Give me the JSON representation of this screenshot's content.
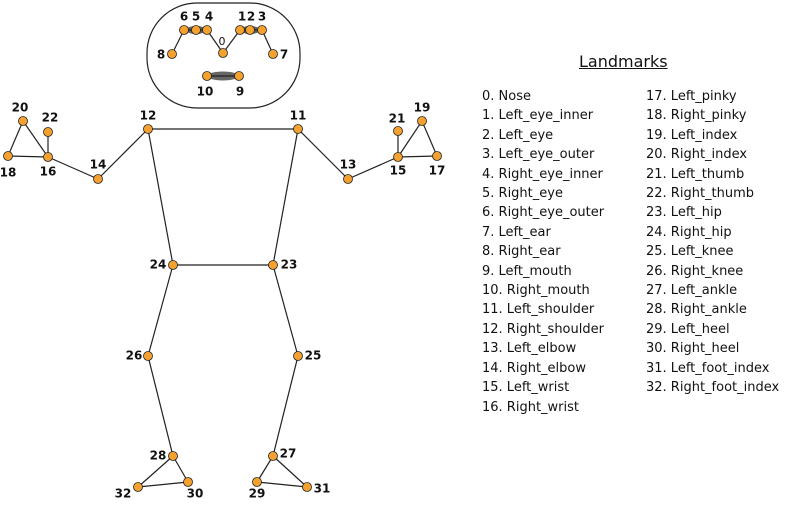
{
  "legend": {
    "title": "Landmarks",
    "items": [
      "0. Nose",
      "1. Left_eye_inner",
      "2. Left_eye",
      "3. Left_eye_outer",
      "4. Right_eye_inner",
      "5. Right_eye",
      "6. Right_eye_outer",
      "7. Left_ear",
      "8. Right_ear",
      "9. Left_mouth",
      "10. Right_mouth",
      "11. Left_shoulder",
      "12. Right_shoulder",
      "13. Left_elbow",
      "14. Right_elbow",
      "15. Left_wrist",
      "16. Right_wrist",
      "17. Left_pinky",
      "18. Right_pinky",
      "19. Left_index",
      "20. Right_index",
      "21. Left_thumb",
      "22. Right_thumb",
      "23. Left_hip",
      "24. Right_hip",
      "25. Left_knee",
      "26. Right_knee",
      "27. Left_ankle",
      "28. Right_ankle",
      "29. Left_heel",
      "30. Right_heel",
      "31. Left_foot_index",
      "32. Right_foot_index"
    ]
  },
  "landmark_labels": [
    "0",
    "1",
    "2",
    "3",
    "4",
    "5",
    "6",
    "7",
    "8",
    "9",
    "10",
    "11",
    "12",
    "13",
    "14",
    "15",
    "16",
    "17",
    "18",
    "19",
    "20",
    "21",
    "22",
    "23",
    "24",
    "25",
    "26",
    "27",
    "28",
    "29",
    "30",
    "31",
    "32"
  ],
  "connections": [
    [
      11,
      12
    ],
    [
      11,
      13
    ],
    [
      13,
      15
    ],
    [
      15,
      17
    ],
    [
      15,
      19
    ],
    [
      15,
      21
    ],
    [
      17,
      19
    ],
    [
      12,
      14
    ],
    [
      14,
      16
    ],
    [
      16,
      18
    ],
    [
      16,
      20
    ],
    [
      16,
      22
    ],
    [
      18,
      20
    ],
    [
      11,
      23
    ],
    [
      12,
      24
    ],
    [
      23,
      24
    ],
    [
      23,
      25
    ],
    [
      25,
      27
    ],
    [
      27,
      29
    ],
    [
      27,
      31
    ],
    [
      29,
      31
    ],
    [
      24,
      26
    ],
    [
      26,
      28
    ],
    [
      28,
      30
    ],
    [
      28,
      32
    ],
    [
      30,
      32
    ],
    [
      0,
      1
    ],
    [
      1,
      2
    ],
    [
      2,
      3
    ],
    [
      3,
      7
    ],
    [
      0,
      4
    ],
    [
      4,
      5
    ],
    [
      5,
      6
    ],
    [
      6,
      8
    ],
    [
      9,
      10
    ]
  ],
  "colors": {
    "joint_fill": "#f4a12f",
    "joint_stroke": "#222222",
    "bone": "#222222",
    "head_feature": "#666666",
    "text": "#111111"
  }
}
